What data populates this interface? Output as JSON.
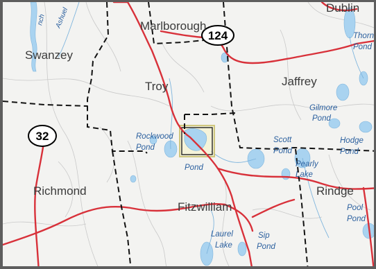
{
  "map": {
    "towns": {
      "marlborough": "Marlborough",
      "swanzey": "Swanzey",
      "troy": "Troy",
      "jaffrey": "Jaffrey",
      "richmond": "Richmond",
      "fitzwilliam": "Fitzwilliam",
      "rindge": "Rindge",
      "dublin": "Dublin"
    },
    "water_labels": {
      "thorn_pond_1": "Thorn",
      "thorn_pond_2": "Pond",
      "gilmore_pond_1": "Gilmore",
      "gilmore_pond_2": "Pond",
      "scott_pond_1": "Scott",
      "scott_pond_2": "Pond",
      "hodge_pond_1": "Hodge",
      "hodge_pond_2": "Pond",
      "pearly_lake_1": "Pearly",
      "pearly_lake_2": "Lake",
      "rockwood_pond_1": "Rockwood",
      "rockwood_pond_2": "Pond",
      "pond_label": "Pond",
      "pool_pond_1": "Pool",
      "pool_pond_2": "Pond",
      "laurel_lake_1": "Laurel",
      "laurel_lake_2": "Lake",
      "sip_pond_1": "Sip",
      "sip_pond_2": "Pond",
      "ashuelot_partial": "Ashuel",
      "branch_partial": "nch"
    },
    "route_shields": {
      "route_124": "124",
      "route_32": "32"
    },
    "colors": {
      "road": "#d8313a",
      "water": "#a9d3f0",
      "boundary": "#111111",
      "highlight": "#e7e2a0"
    }
  }
}
